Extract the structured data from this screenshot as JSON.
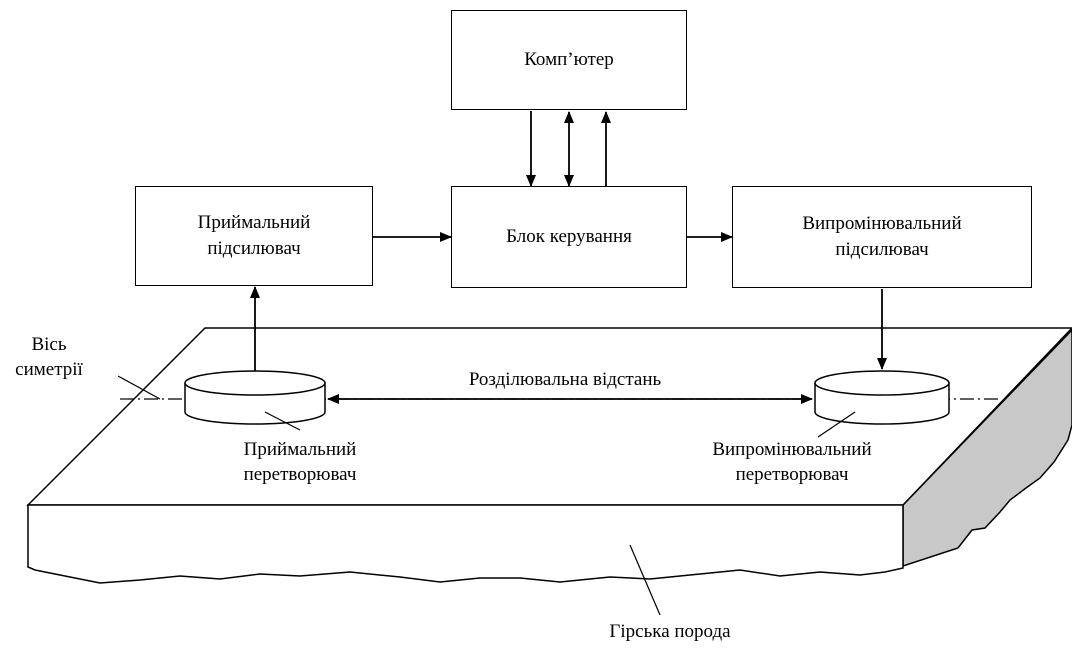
{
  "blocks": {
    "computer": "Комп’ютер",
    "receiving_amp": [
      "Приймальний",
      "підсилювач"
    ],
    "control_unit": "Блок керування",
    "emitting_amp": [
      "Випромінювальний",
      "підсилювач"
    ]
  },
  "labels": {
    "axis": [
      "Вісь",
      "симетрії"
    ],
    "separation": "Розділювальна відстань",
    "receiving_transducer": [
      "Приймальний",
      "перетворювач"
    ],
    "emitting_transducer": [
      "Випромінювальний",
      "перетворювач"
    ],
    "rock": "Гірська порода"
  },
  "colors": {
    "line": "#000000",
    "slab_top": "#ffffff",
    "slab_side": "#c8c8c8"
  }
}
